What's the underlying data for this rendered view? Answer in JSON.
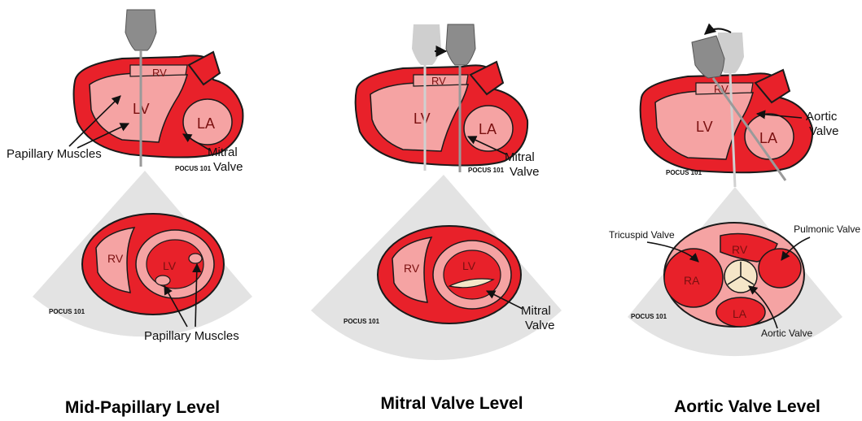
{
  "colors": {
    "myocardium": "#e8212a",
    "endocardium": "#f5a3a3",
    "outline": "#1a1a1a",
    "fan": "#e3e3e3",
    "probe": "#8c8c8c",
    "probe_ghost": "#cfcfcf"
  },
  "watermark": "POCUS 101",
  "panels": [
    {
      "title": "Mid-Papillary Level",
      "chambers": {
        "rv": "RV",
        "lv": "LV",
        "la": "LA"
      },
      "labels": {
        "papillary": "Papillary Muscles",
        "mitral_line1": "Mitral",
        "mitral_line2": "Valve"
      },
      "short_axis": {
        "rv": "RV",
        "lv": "LV",
        "papillary": "Papillary Muscles"
      }
    },
    {
      "title": "Mitral Valve Level",
      "chambers": {
        "rv": "RV",
        "lv": "LV",
        "la": "LA"
      },
      "labels": {
        "mitral_line1": "Mitral",
        "mitral_line2": "Valve"
      },
      "short_axis": {
        "rv": "RV",
        "lv": "LV",
        "mitral_line1": "Mitral",
        "mitral_line2": "Valve"
      }
    },
    {
      "title": "Aortic Valve Level",
      "chambers": {
        "rv": "RV",
        "lv": "LV",
        "la": "LA"
      },
      "labels": {
        "aortic_line1": "Aortic",
        "aortic_line2": "Valve"
      },
      "short_axis": {
        "rv": "RV",
        "ra": "RA",
        "la": "LA",
        "tricuspid": "Tricuspid Valve",
        "pulmonic": "Pulmonic Valve",
        "aortic": "Aortic Valve"
      }
    }
  ]
}
